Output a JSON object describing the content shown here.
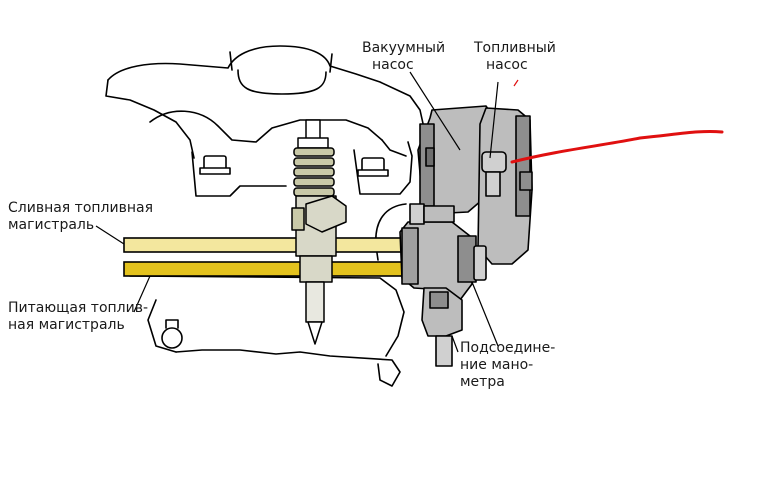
{
  "labels": {
    "vacuum_pump": [
      "Вакуумный",
      "насос"
    ],
    "fuel_pump": [
      "Топливный",
      "насос"
    ],
    "return_line": [
      "Сливная топливная",
      "магистраль"
    ],
    "supply_line": [
      "Питающая топлив-",
      "ная магистраль"
    ],
    "gauge_connection": [
      "Подсоедине-",
      "ние мано-",
      "метра"
    ]
  },
  "colors": {
    "line_stroke": "#000000",
    "return_line_fill": "#f3e79e",
    "supply_line_fill": "#e3c21e",
    "pump_fill": "#bdbdbd",
    "pump_dark": "#8e8e8e",
    "injector_body": "#d8d8c8",
    "spring_fill": "#c9c9a8",
    "red_mark": "#e01010"
  }
}
